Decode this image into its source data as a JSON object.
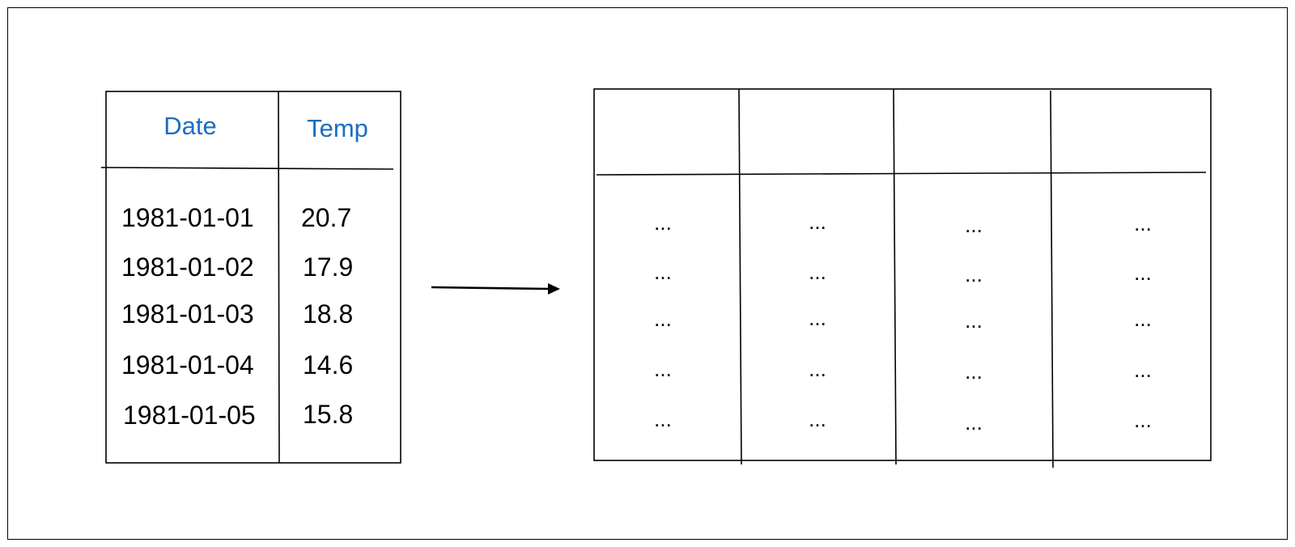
{
  "source_table": {
    "headers": [
      "Date",
      "Temp"
    ],
    "header_color": "#1a6fbf",
    "rows": [
      [
        "1981-01-01",
        "20.7"
      ],
      [
        "1981-01-02",
        "17.9"
      ],
      [
        "1981-01-03",
        "18.8"
      ],
      [
        "1981-01-04",
        "14.6"
      ],
      [
        "1981-01-05",
        "15.8"
      ]
    ]
  },
  "arrow": {
    "icon": "right-arrow-icon"
  },
  "target_table": {
    "columns": 4,
    "placeholder": "...",
    "rows": 5
  }
}
